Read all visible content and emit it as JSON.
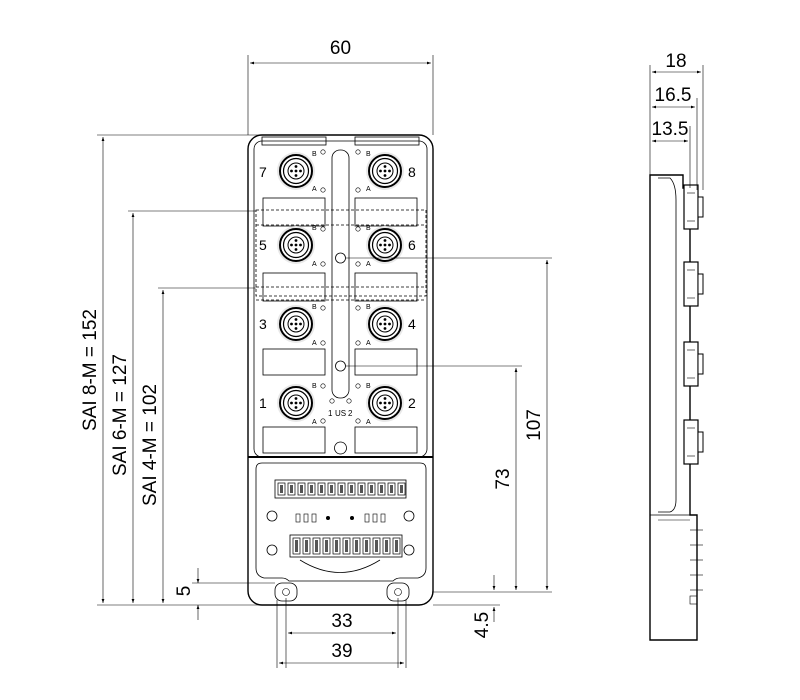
{
  "dimensions": {
    "width_60": "60",
    "width_18": "18",
    "width_16_5": "16.5",
    "width_13_5": "13.5",
    "height_sai8": "SAI 8-M = 152",
    "height_sai6": "SAI 6-M = 127",
    "height_sai4": "SAI 4-M = 102",
    "height_107": "107",
    "height_73": "73",
    "height_5": "5",
    "height_4_5": "4.5",
    "hole_spacing_33": "33",
    "hole_spacing_39": "39"
  },
  "ports": [
    {
      "label": "7"
    },
    {
      "label": "8"
    },
    {
      "label": "5"
    },
    {
      "label": "6"
    },
    {
      "label": "3"
    },
    {
      "label": "4"
    },
    {
      "label": "1"
    },
    {
      "label": "2"
    }
  ],
  "pin_marks": {
    "a": "A",
    "b": "B"
  },
  "us_label": {
    "left": "1",
    "center": "US",
    "right": "2"
  }
}
